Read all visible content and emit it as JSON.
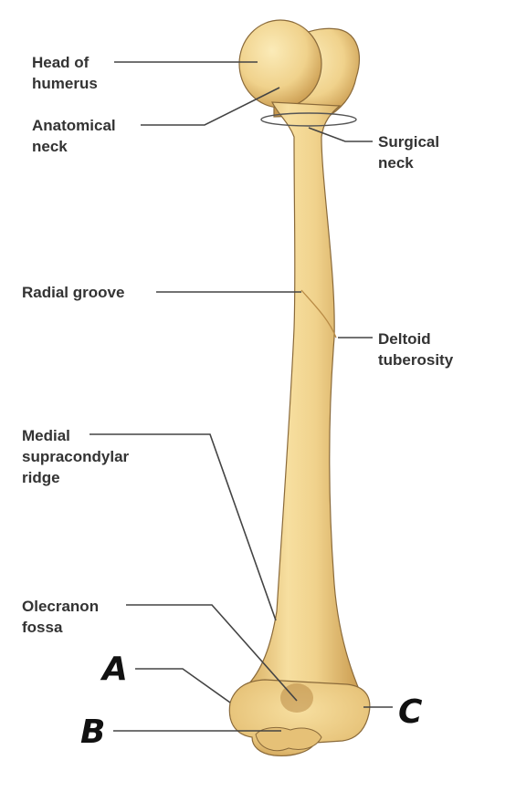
{
  "labels": {
    "head_of_humerus": [
      "Head of",
      "humerus"
    ],
    "anatomical_neck": [
      "Anatomical",
      "neck"
    ],
    "surgical_neck": [
      "Surgical",
      "neck"
    ],
    "radial_groove": [
      "Radial groove"
    ],
    "deltoid_tuberosity": [
      "Deltoid",
      "tuberosity"
    ],
    "medial_supracondylar_ridge": [
      "Medial",
      "supracondylar",
      "ridge"
    ],
    "olecranon_fossa": [
      "Olecranon",
      "fossa"
    ]
  },
  "markers": {
    "a": "A",
    "b": "B",
    "c": "C"
  },
  "colors": {
    "bone_fill": "#F0D28C",
    "bone_shadow": "#C99A4E",
    "bone_highlight": "#FBEBB8",
    "outline": "#8A6A3A",
    "leader": "#444444",
    "label_text": "#333333"
  }
}
